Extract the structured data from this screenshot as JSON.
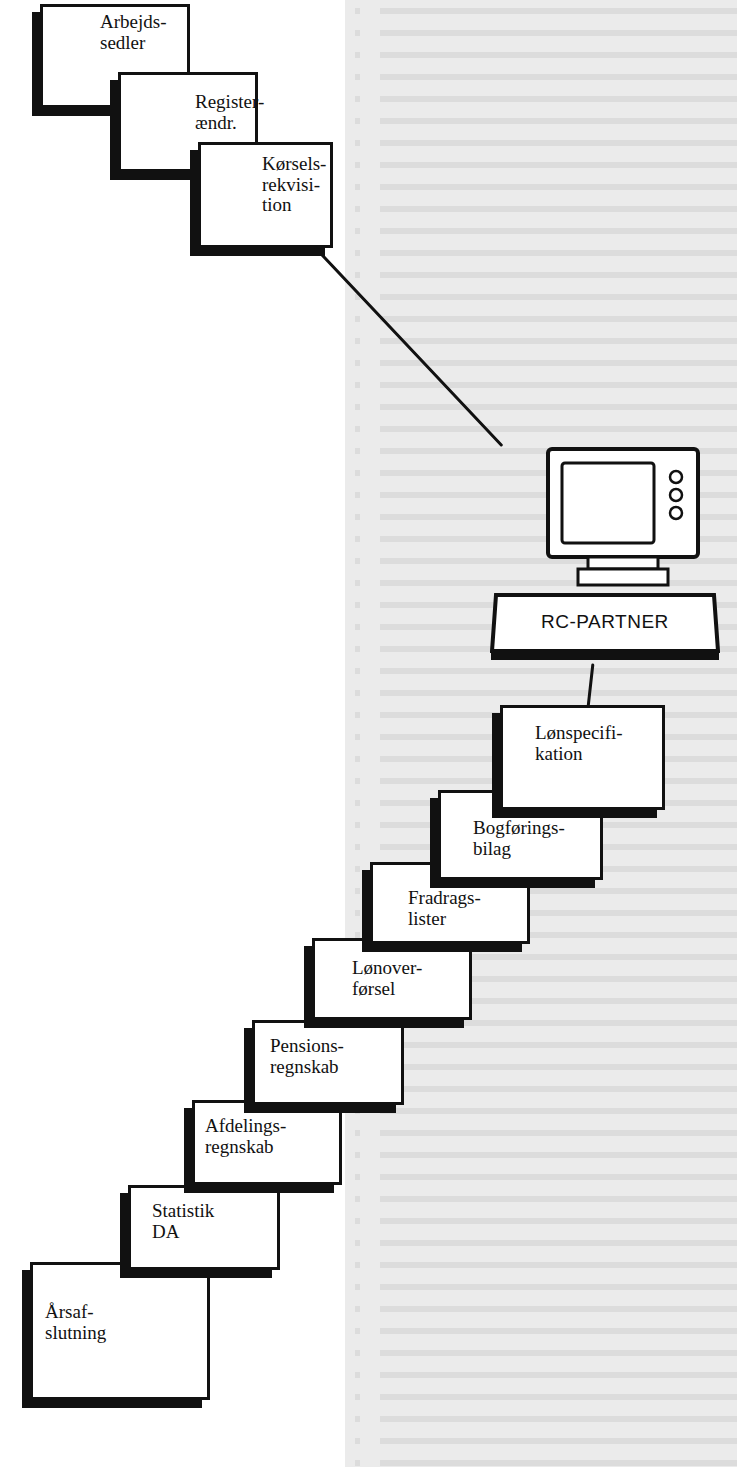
{
  "diagram": {
    "nodes": [
      {
        "text": [
          "Arbejds- sedler"
        ]
      },
      {
        "text": [
          "Register- ændr."
        ]
      },
      {
        "text": [
          "Kørsels- rekvisi- tion"
        ]
      },
      {
        "text": [
          "RC-PARTNER"
        ]
      },
      {
        "text": [
          "Lønspecifi- kation"
        ]
      },
      {
        "text": [
          "Bogførings- bilag"
        ]
      },
      {
        "text": [
          "Fradrags- lister"
        ]
      },
      {
        "text": [
          "Lønover- førsel"
        ]
      },
      {
        "text": [
          "Pensions- regnskab"
        ]
      },
      {
        "text": [
          "Afdelings- regnskab"
        ]
      },
      {
        "text": [
          "Statistik DA"
        ]
      },
      {
        "text": [
          "Årsaf- slutning"
        ]
      }
    ],
    "edges": [
      {
        "from": 2,
        "to": 3,
        "arrow": "none"
      },
      {
        "from": 3,
        "to": 4,
        "arrow": "none"
      }
    ]
  }
}
